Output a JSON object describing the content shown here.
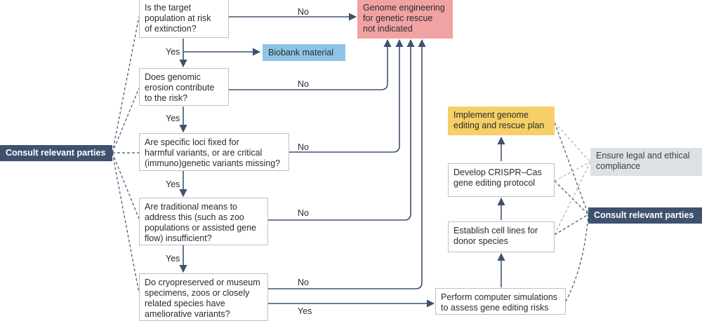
{
  "parties": {
    "left": "Consult relevant parties",
    "right": "Consult relevant parties"
  },
  "questions": {
    "q1": "Is the target\npopulation at risk\nof extinction?",
    "q2": "Does genomic\nerosion contribute\nto the risk?",
    "q3": "Are specific loci fixed for\nharmful variants, or are critical\n(immuno)genetic variants missing?",
    "q4": "Are traditional means to\naddress this (such as zoo\npopulations or assisted gene\nflow) insufficient?",
    "q5": "Do cryopreserved or museum\nspecimens, zoos or closely\nrelated species have\nameliorative variants?"
  },
  "outcomes": {
    "not_indicated": "Genome engineering\nfor genetic rescue\nnot indicated",
    "biobank": "Biobank material",
    "implement": "Implement genome\nediting and rescue plan",
    "develop": "Develop CRISPR–Cas\ngene editing protocol",
    "cell_lines": "Establish cell lines for\ndonor species",
    "simulations": "Perform computer simulations\nto assess gene editing risks",
    "legal": "Ensure legal and ethical\ncompliance"
  },
  "labels": {
    "yes": "Yes",
    "no": "No"
  },
  "colors": {
    "arrow": "#3e5270",
    "dashed": "#3e5270",
    "dashed_light": "#a6b3c6",
    "not_indicated_bg": "#f1a3a3",
    "biobank_bg": "#8ec5e6",
    "implement_bg": "#f6cf66",
    "legal_bg": "#dde1e6",
    "parties_bg": "#3e5270"
  }
}
